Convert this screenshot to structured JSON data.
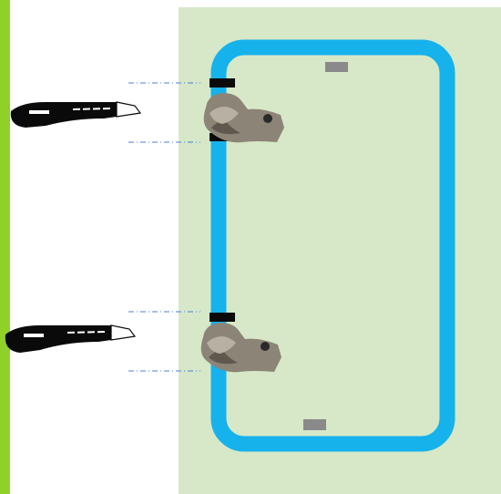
{
  "colors": {
    "accent_bar": "#8fd129",
    "panel": "#d6e8c8",
    "frame": "#16b2ec",
    "marker": "#0a0a0a",
    "pad": "#8a8a8a",
    "guide": "#4f7fcf",
    "knife": "#0a0a0a",
    "clip_metal": "#8c8476"
  },
  "icons": [
    "utility-knife-icon",
    "pipe-clamp-icon"
  ],
  "items": {
    "knives": 2,
    "clamps": 2,
    "pads": 2
  }
}
